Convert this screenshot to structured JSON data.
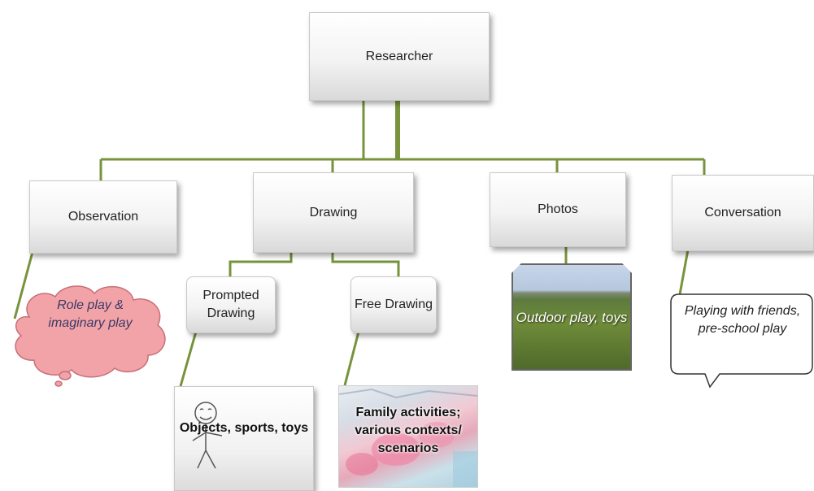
{
  "diagram": {
    "root": {
      "label": "Researcher"
    },
    "methods": [
      {
        "label": "Observation"
      },
      {
        "label": "Drawing"
      },
      {
        "label": "Photos"
      },
      {
        "label": "Conversation"
      }
    ],
    "drawing_types": [
      {
        "label": "Prompted Drawing"
      },
      {
        "label": "Free Drawing"
      }
    ],
    "outcomes": {
      "observation": "Role play & imaginary play",
      "prompted_drawing": "Objects, sports, toys",
      "free_drawing": "Family activities; various contexts/ scenarios",
      "photos": "Outdoor play, toys",
      "conversation": "Playing with friends, pre-school play"
    }
  },
  "colors": {
    "connector": "#77933c",
    "cloud_fill": "#f2a3a8",
    "cloud_text": "#3a3a66"
  }
}
